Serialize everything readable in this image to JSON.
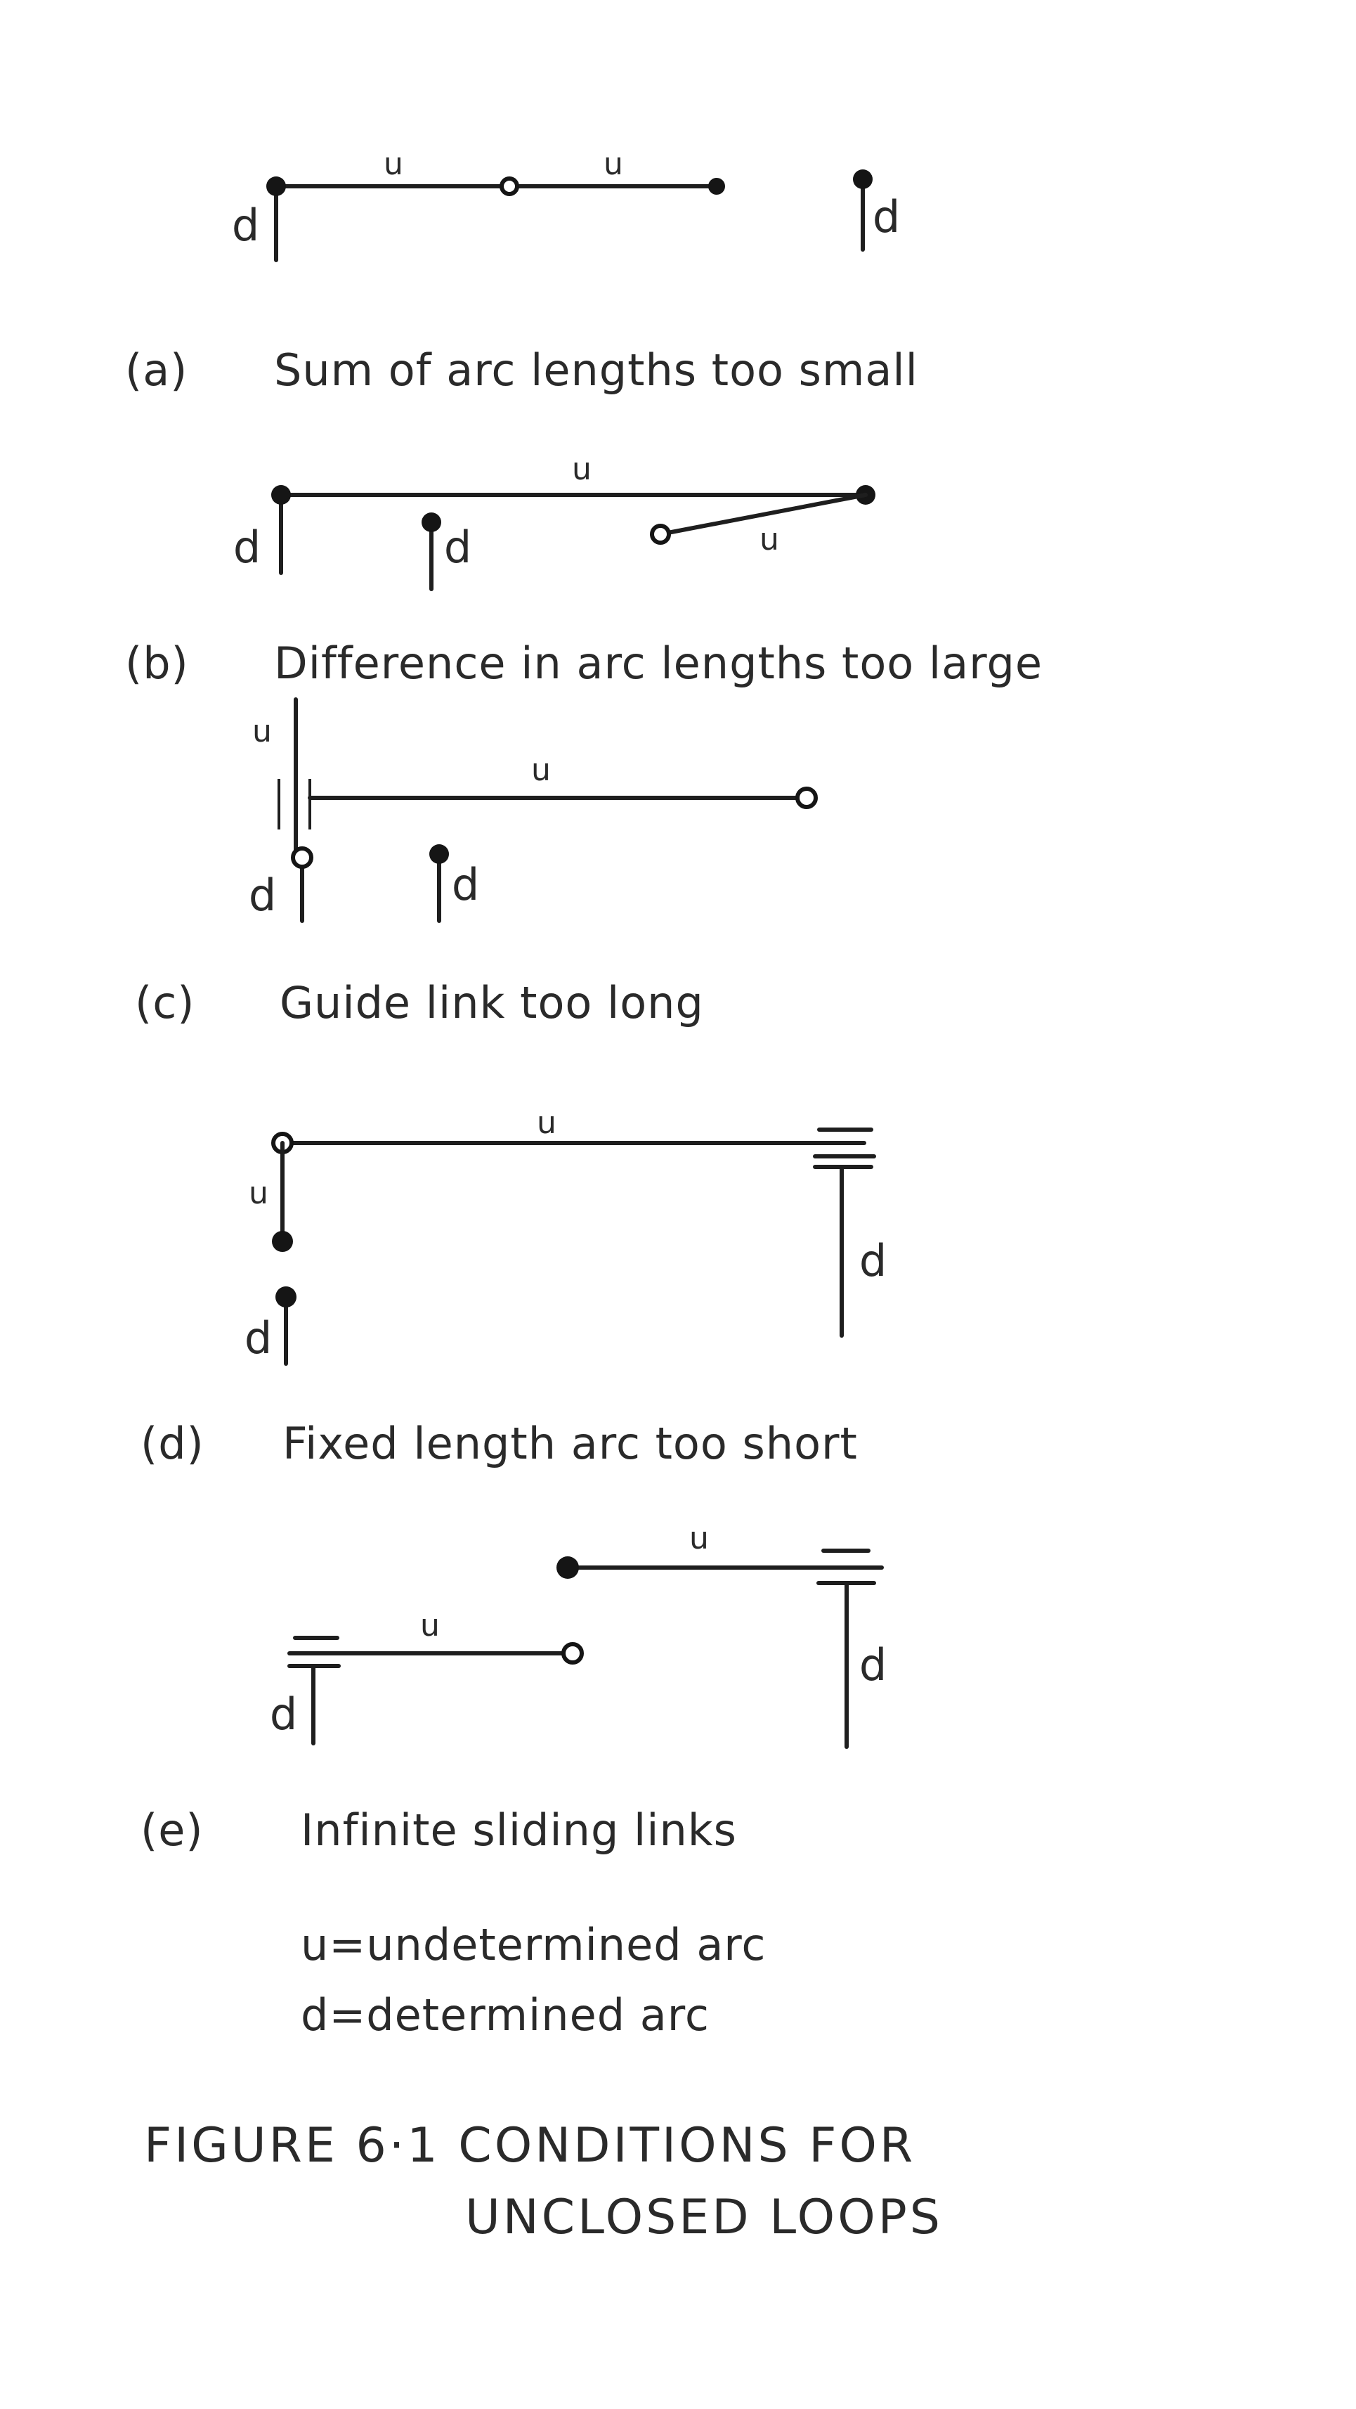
{
  "labels": {
    "u": "u",
    "d": "d"
  },
  "panels": [
    {
      "tag": "(a)",
      "caption": "Sum of arc lengths too small"
    },
    {
      "tag": "(b)",
      "caption": "Difference in arc lengths too large"
    },
    {
      "tag": "(c)",
      "caption": "Guide link too long"
    },
    {
      "tag": "(d)",
      "caption": "Fixed length arc too short"
    },
    {
      "tag": "(e)",
      "caption": "Infinite sliding links"
    }
  ],
  "legend": {
    "u_line": "u=undetermined arc",
    "d_line": "d=determined arc"
  },
  "figure": {
    "caption_line1": "FIGURE 6·1 CONDITIONS FOR",
    "caption_line2": "UNCLOSED LOOPS"
  }
}
